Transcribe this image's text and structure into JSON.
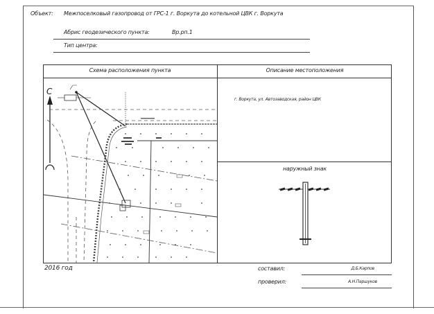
{
  "header": {
    "object_label": "Объект:",
    "object_value": "Межпоселковый газопровод от ГРС-1 г. Воркута до котельной ЦВК г. Воркута",
    "abris_label": "Абрис геодезического пункта:",
    "abris_value": "Вр.рп.1",
    "center_type_label": "Тип центра:"
  },
  "table": {
    "left_header": "Схема расположения пункта",
    "right_header": "Описание местоположения",
    "location_description": "г. Воркута, ул. Автозаводская, район ЦВК",
    "marker_title": "наружный знак",
    "north_label": "С"
  },
  "footer": {
    "year": "2016 год",
    "compiled_label": "составил:",
    "compiled_name": "Д.Б.Карпов",
    "checked_label": "проверил:",
    "checked_name": "А.Н.Паршуков"
  }
}
